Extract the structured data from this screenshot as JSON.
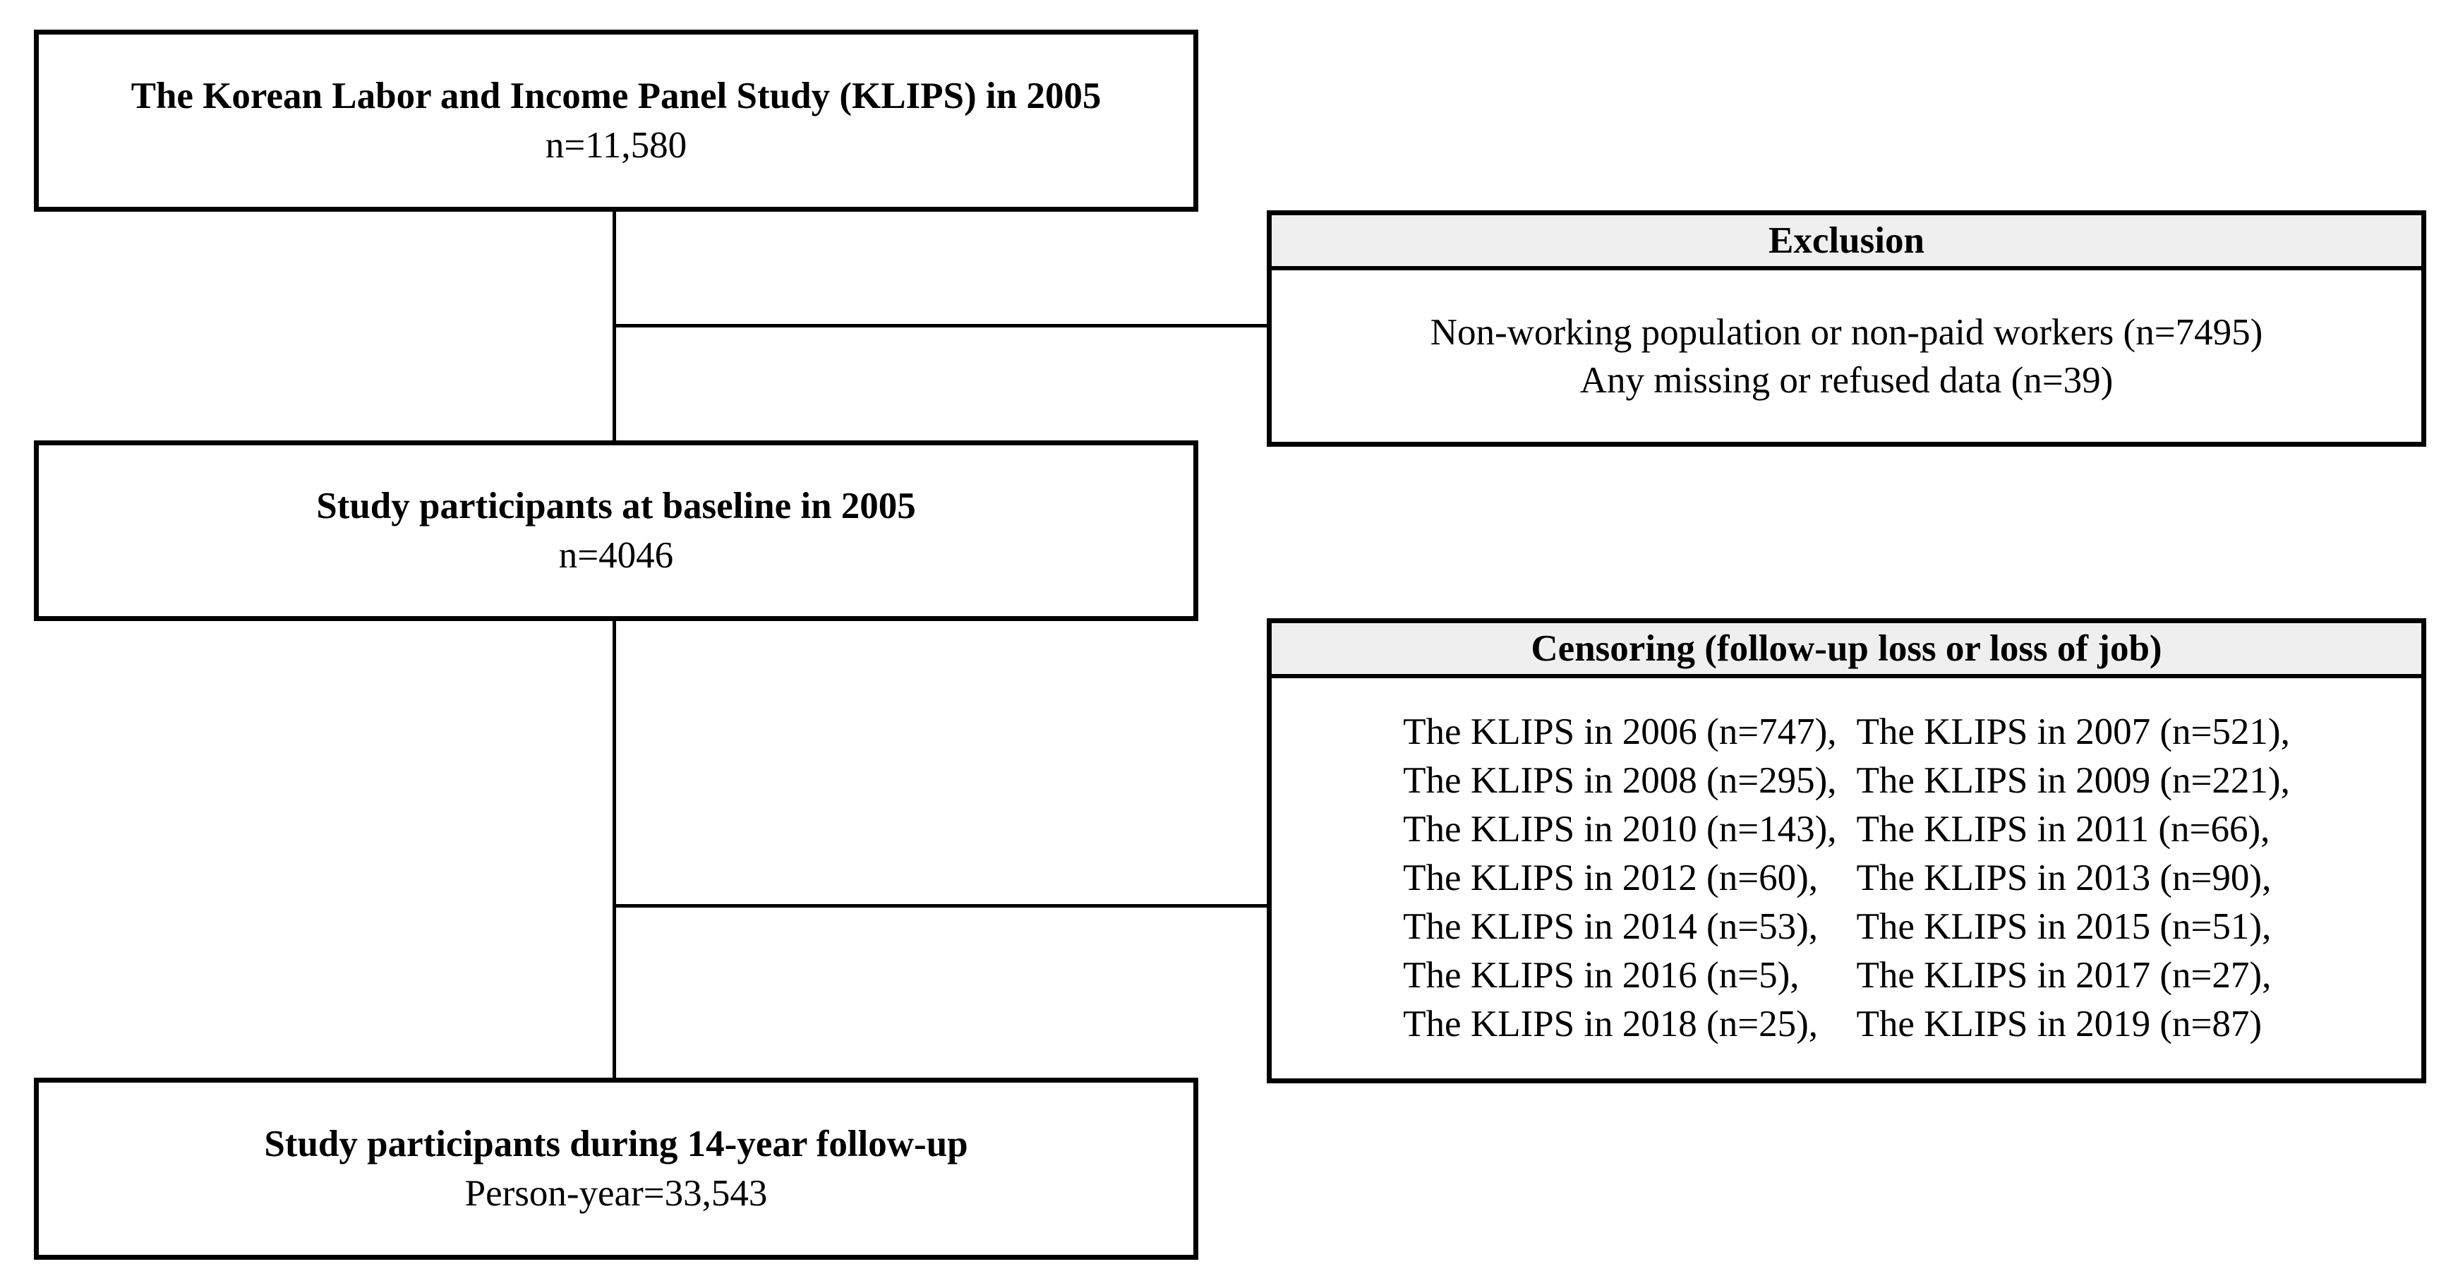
{
  "boxes": {
    "klips_2005": {
      "title": "The Korean Labor and Income Panel Study (KLIPS) in 2005",
      "value": "n=11,580"
    },
    "baseline": {
      "title": "Study participants at baseline in 2005",
      "value": "n=4046"
    },
    "followup": {
      "title": "Study participants during 14-year follow-up",
      "value": "Person-year=33,543"
    }
  },
  "exclusion": {
    "header": "Exclusion",
    "items": [
      "Non-working population or non-paid workers (n=7495)",
      "Any missing or refused data (n=39)"
    ]
  },
  "censoring": {
    "header": "Censoring (follow-up loss or loss of job)",
    "rows": [
      [
        "The KLIPS in 2006 (n=747),",
        "The KLIPS in 2007 (n=521),"
      ],
      [
        "The KLIPS in 2008 (n=295),",
        "The KLIPS in 2009 (n=221),"
      ],
      [
        "The KLIPS in 2010 (n=143),",
        "The KLIPS in 2011 (n=66),"
      ],
      [
        "The KLIPS in 2012 (n=60),",
        "The KLIPS in 2013 (n=90),"
      ],
      [
        "The KLIPS in 2014 (n=53),",
        "The KLIPS in 2015 (n=51),"
      ],
      [
        "The KLIPS in 2016 (n=5),",
        "The KLIPS in 2017 (n=27),"
      ],
      [
        "The KLIPS in 2018 (n=25),",
        "The KLIPS in 2019 (n=87)"
      ]
    ]
  }
}
